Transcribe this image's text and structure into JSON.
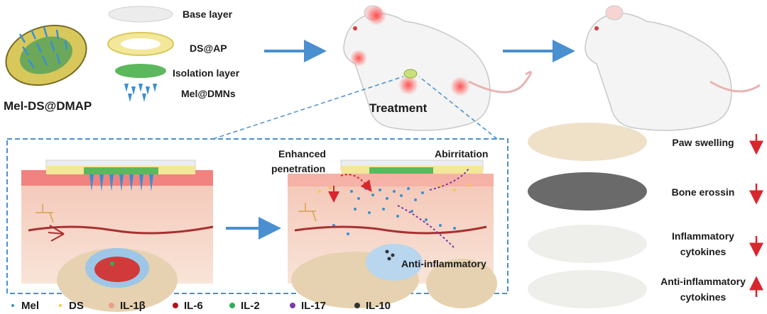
{
  "patch_title": "Mel-DS@DMAP",
  "layers": [
    "Base layer",
    "DS@AP",
    "Isolation layer",
    "Mel@DMNs"
  ],
  "treatment_label": "Treatment",
  "skin_annotations": {
    "enhanced": [
      "Enhanced",
      "penetration"
    ],
    "abirritation": "Abirritation",
    "anti_inflammatory": "Anti-inflammatory"
  },
  "outcomes": [
    {
      "label_lines": [
        "Paw swelling"
      ],
      "trend": "down"
    },
    {
      "label_lines": [
        "Bone erossin"
      ],
      "trend": "down"
    },
    {
      "label_lines": [
        "Inflammatory",
        "cytokines"
      ],
      "trend": "down"
    },
    {
      "label_lines": [
        "Anti-inflammatory",
        "cytokines"
      ],
      "trend": "up"
    }
  ],
  "legend": [
    {
      "label": "Mel",
      "color": "#3a8fd0",
      "shape": "dot-small"
    },
    {
      "label": "DS",
      "color": "#f2c84b",
      "shape": "dot-small"
    },
    {
      "label": "IL-1β",
      "color": "#e8a08e",
      "shape": "dot"
    },
    {
      "label": "IL-6",
      "color": "#b3121e",
      "shape": "dot"
    },
    {
      "label": "IL-2",
      "color": "#2fae5a",
      "shape": "dot"
    },
    {
      "label": "IL-17",
      "color": "#7a3aa8",
      "shape": "dot"
    },
    {
      "label": "IL-10",
      "color": "#333333",
      "shape": "dot"
    }
  ],
  "colors": {
    "arrow_blue": "#4a8fd0",
    "trend_red": "#d8262e",
    "dashed_box": "#4a8fd0"
  }
}
